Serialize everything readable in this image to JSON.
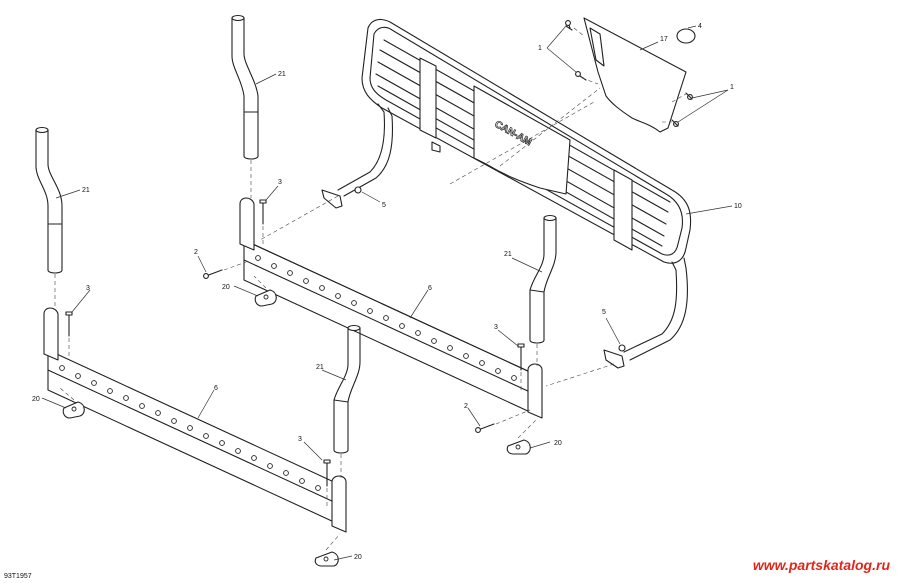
{
  "figure": {
    "code": "93T1957",
    "watermark": "www.partskatalog.ru",
    "rack_logo": "CAN-AM",
    "callouts": {
      "c1a": "1",
      "c1b": "1",
      "c2a": "2",
      "c2b": "2",
      "c3a": "3",
      "c3b": "3",
      "c3c": "3",
      "c3d": "3",
      "c4": "4",
      "c5a": "5",
      "c5b": "5",
      "c6a": "6",
      "c6b": "6",
      "c10": "10",
      "c17": "17",
      "c20a": "20",
      "c20b": "20",
      "c20c": "20",
      "c20d": "20",
      "c21a": "21",
      "c21b": "21",
      "c21c": "21",
      "c21d": "21"
    }
  }
}
